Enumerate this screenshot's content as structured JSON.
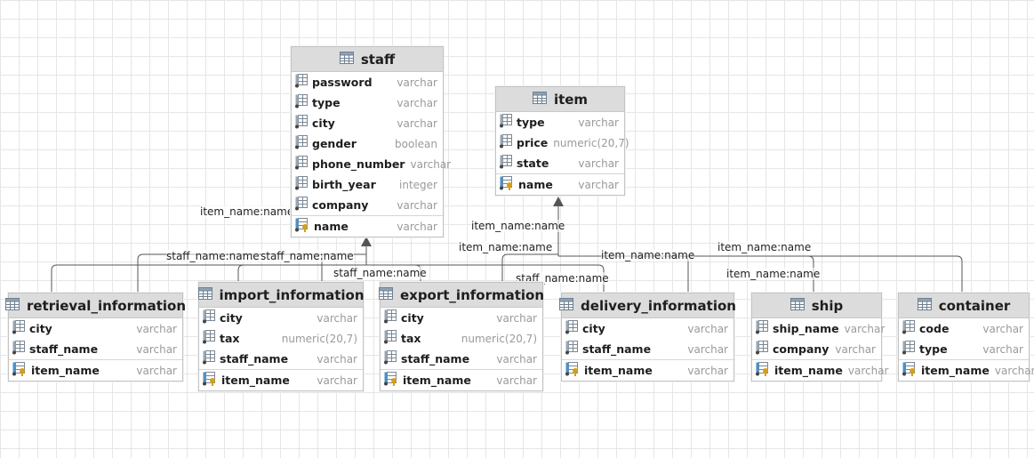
{
  "tables": {
    "staff": {
      "name": "staff",
      "fields": [
        {
          "name": "password",
          "type": "varchar"
        },
        {
          "name": "type",
          "type": "varchar"
        },
        {
          "name": "city",
          "type": "varchar"
        },
        {
          "name": "gender",
          "type": "boolean"
        },
        {
          "name": "phone_number",
          "type": "varchar"
        },
        {
          "name": "birth_year",
          "type": "integer"
        },
        {
          "name": "company",
          "type": "varchar"
        }
      ],
      "keys": [
        {
          "name": "name",
          "type": "varchar"
        }
      ]
    },
    "item": {
      "name": "item",
      "fields": [
        {
          "name": "type",
          "type": "varchar"
        },
        {
          "name": "price",
          "type": "numeric(20,7)"
        },
        {
          "name": "state",
          "type": "varchar"
        }
      ],
      "keys": [
        {
          "name": "name",
          "type": "varchar"
        }
      ]
    },
    "retrieval": {
      "name": "retrieval_information",
      "fields": [
        {
          "name": "city",
          "type": "varchar"
        },
        {
          "name": "staff_name",
          "type": "varchar"
        }
      ],
      "keys": [
        {
          "name": "item_name",
          "type": "varchar"
        }
      ]
    },
    "import": {
      "name": "import_information",
      "fields": [
        {
          "name": "city",
          "type": "varchar"
        },
        {
          "name": "tax",
          "type": "numeric(20,7)"
        },
        {
          "name": "staff_name",
          "type": "varchar"
        }
      ],
      "keys": [
        {
          "name": "item_name",
          "type": "varchar"
        }
      ]
    },
    "export": {
      "name": "export_information",
      "fields": [
        {
          "name": "city",
          "type": "varchar"
        },
        {
          "name": "tax",
          "type": "numeric(20,7)"
        },
        {
          "name": "staff_name",
          "type": "varchar"
        }
      ],
      "keys": [
        {
          "name": "item_name",
          "type": "varchar"
        }
      ]
    },
    "delivery": {
      "name": "delivery_information",
      "fields": [
        {
          "name": "city",
          "type": "varchar"
        },
        {
          "name": "staff_name",
          "type": "varchar"
        }
      ],
      "keys": [
        {
          "name": "item_name",
          "type": "varchar"
        }
      ]
    },
    "ship": {
      "name": "ship",
      "fields": [
        {
          "name": "ship_name",
          "type": "varchar"
        },
        {
          "name": "company",
          "type": "varchar"
        }
      ],
      "keys": [
        {
          "name": "item_name",
          "type": "varchar"
        }
      ]
    },
    "container": {
      "name": "container",
      "fields": [
        {
          "name": "code",
          "type": "varchar"
        },
        {
          "name": "type",
          "type": "varchar"
        }
      ],
      "keys": [
        {
          "name": "item_name",
          "type": "varchar"
        }
      ]
    }
  },
  "relation_labels": {
    "l1": "item_name:name",
    "l2": "staff_name:name",
    "l3": "staff_name:name",
    "l4": "item_name:name",
    "l5": "item_name:name",
    "l6": "staff_name:name",
    "l7": "staff_name:name",
    "l8": "item_name:name",
    "l9": "item_name:name",
    "l10": "item_name:name"
  },
  "colors": {
    "header_bg": "#dcdcdc",
    "type_text": "#9a9a9a",
    "connector": "#555555",
    "key_icon": "#d4a017",
    "fk_icon": "#4a90c8"
  }
}
